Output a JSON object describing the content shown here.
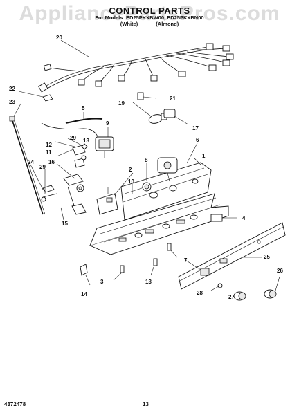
{
  "header": {
    "title": "CONTROL PARTS",
    "for_models": "For Models: ED25PKXBW00, ED25PKXBN00",
    "variant_white": "(White)",
    "variant_almond": "(Almond)"
  },
  "watermark": "AppliancePartsPros.com",
  "footer": {
    "doc_number": "4372478",
    "page_number": "13"
  },
  "callouts": {
    "c1": "1",
    "c2": "2",
    "c3": "3",
    "c4": "4",
    "c5": "5",
    "c6": "6",
    "c7": "7",
    "c8": "8",
    "c9": "9",
    "c10": "10",
    "c11": "11",
    "c12": "12",
    "c13a": "13",
    "c13b": "13",
    "c14": "14",
    "c15": "15",
    "c16": "16",
    "c17": "17",
    "c19": "19",
    "c20": "20",
    "c21": "21",
    "c22": "22",
    "c23": "23",
    "c24": "24",
    "c25": "25",
    "c26": "26",
    "c27": "27",
    "c28": "28",
    "c29a": "29",
    "c29b": "29"
  }
}
